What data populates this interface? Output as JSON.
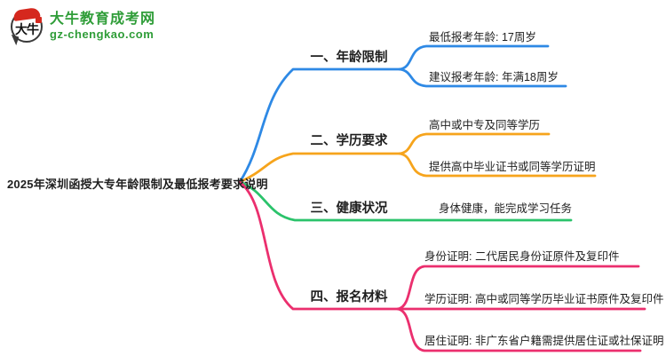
{
  "logo": {
    "icon_text": "大牛",
    "title": "大牛教育成考网",
    "domain": "gz-chengkao.com",
    "brand_green": "#2F9D38",
    "brand_red": "#D5281E"
  },
  "mindmap": {
    "root": "2025年深圳函授大专年龄限制及最低报考要求说明",
    "branches": [
      {
        "label": "一、年龄限制",
        "color": "#2E89E5",
        "children": [
          "最低报考年龄: 17周岁",
          "建议报考年龄: 年满18周岁"
        ]
      },
      {
        "label": "二、学历要求",
        "color": "#F6A41C",
        "children": [
          "高中或中专及同等学历",
          "提供高中毕业证书或同等学历证明"
        ]
      },
      {
        "label": "三、健康状况",
        "color": "#2BC36B",
        "children": [
          "身体健康，能完成学习任务"
        ]
      },
      {
        "label": "四、报名材料",
        "color": "#EB2F6E",
        "children": [
          "身份证明: 二代居民身份证原件及复印件",
          "学历证明: 高中或同等学历毕业证书原件及复印件",
          "居住证明: 非广东省户籍需提供居住证或社保证明"
        ]
      }
    ]
  }
}
